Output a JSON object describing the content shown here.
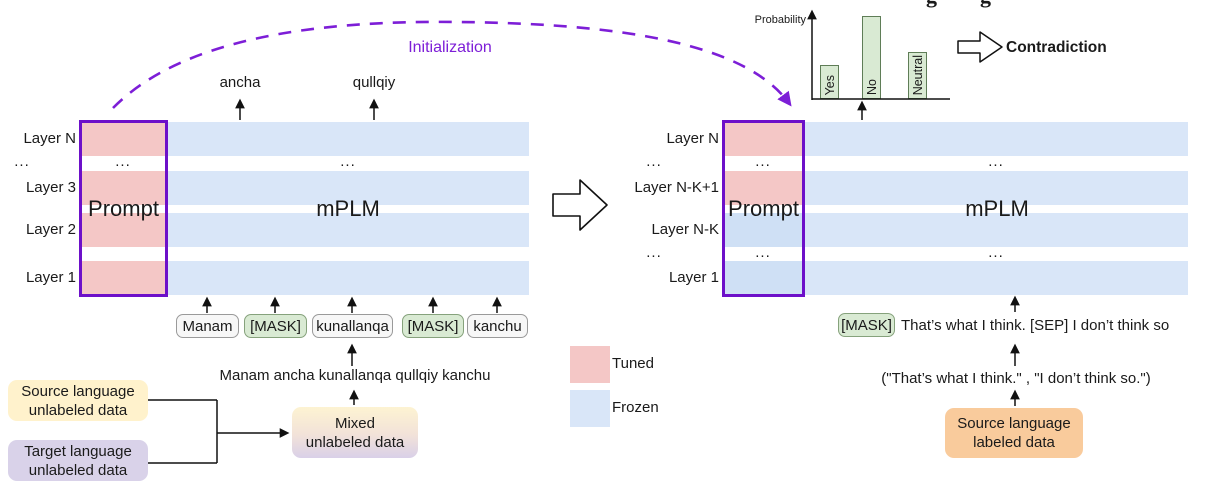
{
  "colors": {
    "tuned_pink": "#f4c7c6",
    "frozen_blue": "#d9e6f8",
    "purple_accent": "#7d1ed7",
    "mask_green": "#d9ead3",
    "yellow_box": "#fff2cc",
    "lavender_box": "#d9d2e9",
    "orange_box": "#f9cb9c"
  },
  "dots": "...",
  "initialization_label": "Initialization",
  "top_cropped_glyphs": {
    "g1": "g",
    "g2": "g"
  },
  "left_model": {
    "layers": [
      "Layer N",
      "...",
      "Layer 3",
      "Layer 2",
      "Layer 1"
    ],
    "prompt_label": "Prompt",
    "model_label": "mPLM",
    "outputs": [
      "ancha",
      "qullqiy"
    ],
    "tokens": [
      "Manam",
      "[MASK]",
      "kunallanqa",
      "[MASK]",
      "kanchu"
    ],
    "sentence": "Manam ancha kunallanqa qullqiy kanchu"
  },
  "right_model": {
    "layers": [
      "Layer N",
      "...",
      "Layer N-K+1",
      "Layer N-K",
      "...",
      "Layer 1"
    ],
    "prompt_label": "Prompt",
    "model_label": "mPLM",
    "mask_token": "[MASK]",
    "input_text": "That’s what I think. [SEP] I don’t think so",
    "pair_text": "(\"That’s what I think.\" ,  \"I don’t think so.\")"
  },
  "legend": {
    "tuned": "Tuned",
    "frozen": "Frozen"
  },
  "boxes": {
    "source_unlabeled": {
      "line1": "Source language",
      "line2": "unlabeled data"
    },
    "target_unlabeled": {
      "line1": "Target language",
      "line2": "unlabeled data"
    },
    "mixed_unlabeled": {
      "line1": "Mixed",
      "line2": "unlabeled data"
    },
    "source_labeled": {
      "line1": "Source language",
      "line2": "labeled data"
    }
  },
  "chart_data": {
    "type": "bar",
    "title": "",
    "ylabel": "Probability",
    "xlabel": "",
    "categories": [
      "Yes",
      "No",
      "Neutral"
    ],
    "values": [
      0.37,
      0.9,
      0.51
    ],
    "ylim": [
      0,
      1
    ],
    "grid": false,
    "legend_position": "none"
  },
  "result_label": "Contradiction"
}
